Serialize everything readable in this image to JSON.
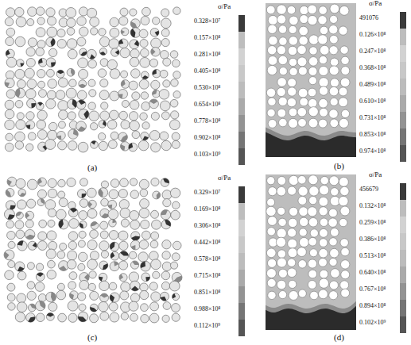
{
  "diagram": {
    "labels": [
      "σ/Pa",
      "σ/Pa",
      "σ/Pa",
      "σ/Pa",
      "(a)",
      "(b)",
      "(c)",
      "(d)"
    ],
    "legend": [
      {
        "text": "0.328×10⁷",
        "color": "#3a3a3a"
      },
      {
        "text": "0.157×10⁸",
        "color": "#bdbdbd"
      },
      {
        "text": "0.281×10⁸",
        "color": "#d2d2d2"
      },
      {
        "text": "0.405×10⁸",
        "color": "#c8c8c8"
      },
      {
        "text": "0.530×10⁸",
        "color": "#bcbcbc"
      },
      {
        "text": "0.654×10⁸",
        "color": "#aaaaaa"
      },
      {
        "text": "0.778×10⁸",
        "color": "#939393"
      },
      {
        "text": "0.902×10⁸",
        "color": "#757575"
      },
      {
        "text": "0.103×10⁹",
        "color": "#555555"
      },
      {
        "text": "491076",
        "color": "#3a3a3a"
      },
      {
        "text": "0.126×10⁸",
        "color": "#bdbdbd"
      },
      {
        "text": "0.247×10⁸",
        "color": "#d2d2d2"
      },
      {
        "text": "0.368×10⁸",
        "color": "#c8c8c8"
      },
      {
        "text": "0.489×10⁸",
        "color": "#bcbcbc"
      },
      {
        "text": "0.610×10⁸",
        "color": "#aaaaaa"
      },
      {
        "text": "0.731×10⁸",
        "color": "#939393"
      },
      {
        "text": "0.853×10⁸",
        "color": "#757575"
      },
      {
        "text": "0.974×10⁸",
        "color": "#555555"
      },
      {
        "text": "0.329×10⁷",
        "color": "#3a3a3a"
      },
      {
        "text": "0.169×10⁸",
        "color": "#bdbdbd"
      },
      {
        "text": "0.306×10⁸",
        "color": "#d2d2d2"
      },
      {
        "text": "0.442×10⁸",
        "color": "#c8c8c8"
      },
      {
        "text": "0.578×10⁸",
        "color": "#bcbcbc"
      },
      {
        "text": "0.715×10⁸",
        "color": "#aaaaaa"
      },
      {
        "text": "0.851×10⁸",
        "color": "#939393"
      },
      {
        "text": "0.988×10⁸",
        "color": "#757575"
      },
      {
        "text": "0.112×10⁹",
        "color": "#555555"
      },
      {
        "text": "456679",
        "color": "#3a3a3a"
      },
      {
        "text": "0.132×10⁸",
        "color": "#bdbdbd"
      },
      {
        "text": "0.259×10⁸",
        "color": "#d2d2d2"
      },
      {
        "text": "0.386×10⁸",
        "color": "#c8c8c8"
      },
      {
        "text": "0.513×10⁸",
        "color": "#bcbcbc"
      },
      {
        "text": "0.640×10⁸",
        "color": "#aaaaaa"
      },
      {
        "text": "0.767×10⁸",
        "color": "#939393"
      },
      {
        "text": "0.894×10⁸",
        "color": "#757575"
      },
      {
        "text": "0.102×10⁹",
        "color": "#555555"
      }
    ]
  }
}
